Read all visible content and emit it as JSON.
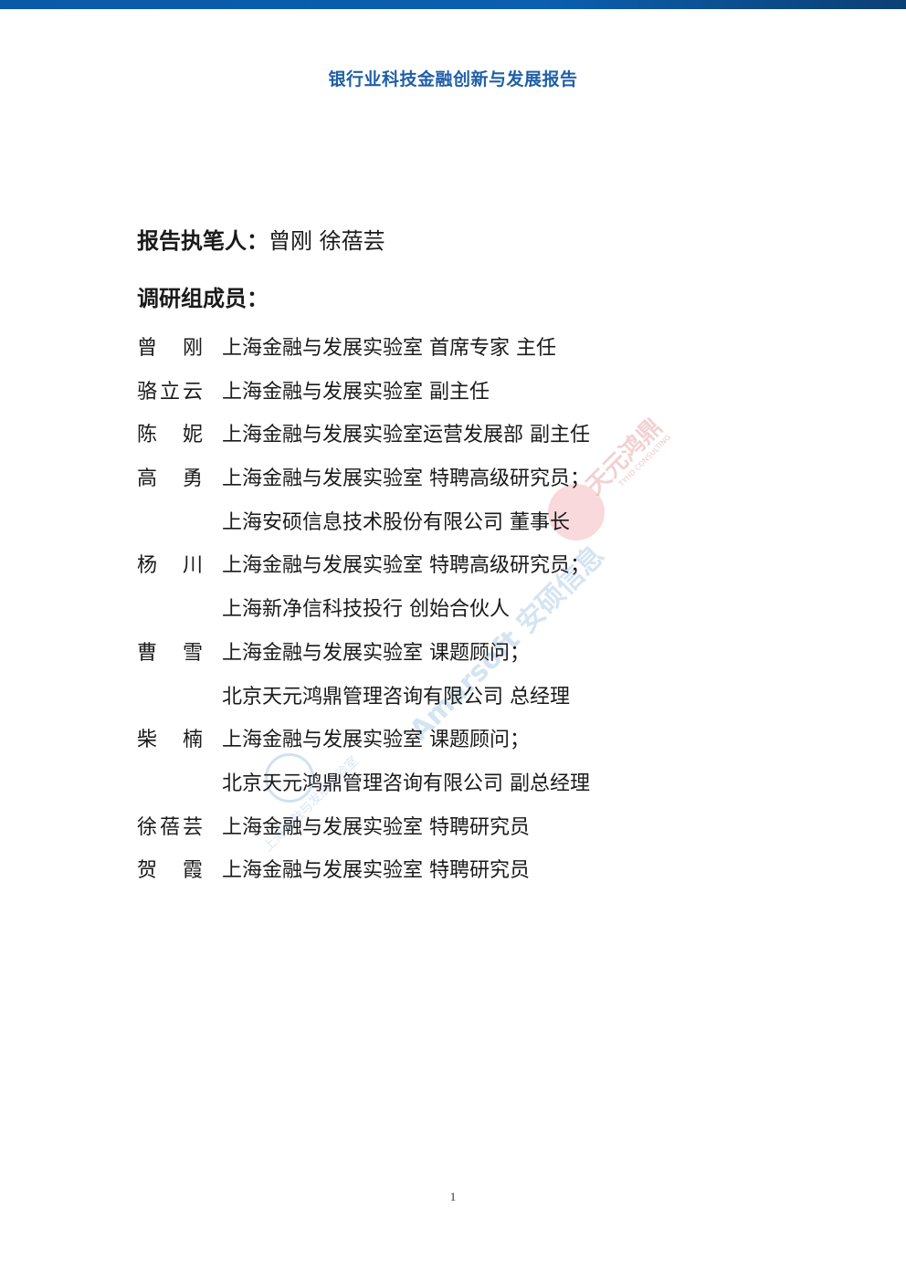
{
  "header": {
    "title": "银行业科技金融创新与发展报告"
  },
  "authors": {
    "label": "报告执笔人：",
    "names": "曾刚  徐蓓芸"
  },
  "team": {
    "heading": "调研组成员："
  },
  "members": [
    {
      "name": [
        "曾",
        "刚"
      ],
      "affiliation": "上海金融与发展实验室 首席专家 主任"
    },
    {
      "name": [
        "骆",
        "立",
        "云"
      ],
      "affiliation": "上海金融与发展实验室 副主任"
    },
    {
      "name": [
        "陈",
        "妮"
      ],
      "affiliation": "上海金融与发展实验室运营发展部 副主任"
    },
    {
      "name": [
        "高",
        "勇"
      ],
      "affiliation": "上海金融与发展实验室 特聘高级研究员；"
    },
    {
      "name": [],
      "affiliation": "上海安硕信息技术股份有限公司 董事长"
    },
    {
      "name": [
        "杨",
        "川"
      ],
      "affiliation": "上海金融与发展实验室 特聘高级研究员；"
    },
    {
      "name": [],
      "affiliation": "上海新净信科技投行 创始合伙人"
    },
    {
      "name": [
        "曹",
        "雪"
      ],
      "affiliation": "上海金融与发展实验室 课题顾问；"
    },
    {
      "name": [],
      "affiliation": "北京天元鸿鼎管理咨询有限公司 总经理"
    },
    {
      "name": [
        "柴",
        "楠"
      ],
      "affiliation": "上海金融与发展实验室 课题顾问；"
    },
    {
      "name": [],
      "affiliation": "北京天元鸿鼎管理咨询有限公司 副总经理"
    },
    {
      "name": [
        "徐",
        "蓓",
        "芸"
      ],
      "affiliation": "上海金融与发展实验室 特聘研究员"
    },
    {
      "name": [
        "贺",
        "霞"
      ],
      "affiliation": "上海金融与发展实验室 特聘研究员"
    }
  ],
  "watermarks": {
    "red_brand": "天元鸿鼎",
    "red_sub": "TYHD CONSULTING",
    "blue_brand": "Amarsoft 安硕信息",
    "blue_sub": "上海金融与发展实验室"
  },
  "footer": {
    "page_number": "1"
  }
}
